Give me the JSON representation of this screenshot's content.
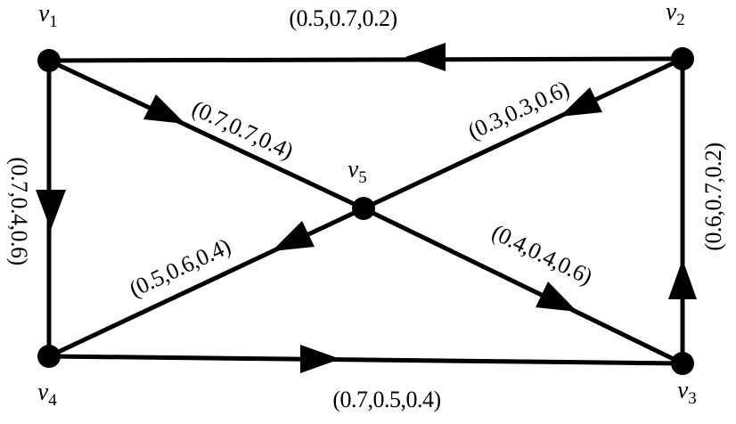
{
  "figure": {
    "kind": "directed fuzzy graph",
    "background_color": "#ffffff",
    "ink_color": "#000000"
  },
  "graph": {
    "vertices": [
      {
        "id": "v1",
        "symbol": "v",
        "sub": "1"
      },
      {
        "id": "v2",
        "symbol": "v",
        "sub": "2"
      },
      {
        "id": "v3",
        "symbol": "v",
        "sub": "3"
      },
      {
        "id": "v4",
        "symbol": "v",
        "sub": "4"
      },
      {
        "id": "v5",
        "symbol": "v",
        "sub": "5"
      }
    ],
    "edges": [
      {
        "from": "v2",
        "to": "v1",
        "label": "(0.5,0.7,0.2)"
      },
      {
        "from": "v1",
        "to": "v4",
        "label": "(0.7,0.4,0.6)"
      },
      {
        "from": "v3",
        "to": "v2",
        "label": "(0.6,0.7,0.2)"
      },
      {
        "from": "v4",
        "to": "v3",
        "label": "(0.7,0.5,0.4)"
      },
      {
        "from": "v1",
        "to": "v5",
        "label": "(0.7,0.7,0.4)"
      },
      {
        "from": "v2",
        "to": "v5",
        "label": "(0.3,0.3,0.6)"
      },
      {
        "from": "v5",
        "to": "v4",
        "label": "(0.5,0.6,0.4)"
      },
      {
        "from": "v5",
        "to": "v3",
        "label": "(0.4,0.4,0.6)"
      }
    ]
  }
}
